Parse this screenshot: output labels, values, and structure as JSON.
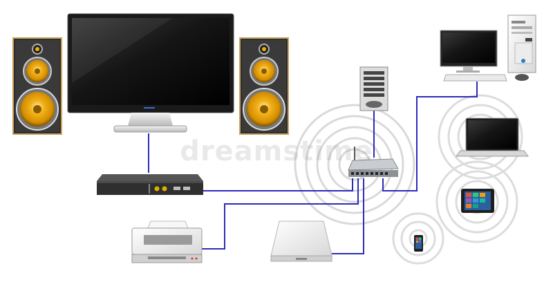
{
  "watermark": "dreamstime",
  "colors": {
    "cable": "#2b2bb8",
    "speaker_cone": "#e8a200",
    "screen": "#141414",
    "router_body": "#a9acb0",
    "device_body": "#eeeeee"
  },
  "devices": [
    {
      "name": "tv",
      "icon": "tv-icon"
    },
    {
      "name": "speaker-left",
      "icon": "speaker-icon"
    },
    {
      "name": "speaker-right",
      "icon": "speaker-icon"
    },
    {
      "name": "media-player",
      "icon": "media-player-icon"
    },
    {
      "name": "server",
      "icon": "server-icon"
    },
    {
      "name": "router",
      "icon": "router-icon"
    },
    {
      "name": "desktop-computer",
      "icon": "desktop-computer-icon"
    },
    {
      "name": "laptop",
      "icon": "laptop-icon"
    },
    {
      "name": "tablet",
      "icon": "tablet-icon"
    },
    {
      "name": "smartphone",
      "icon": "smartphone-icon"
    },
    {
      "name": "printer",
      "icon": "printer-icon"
    },
    {
      "name": "external-hard-drive",
      "icon": "hard-drive-icon"
    }
  ],
  "connections": [
    {
      "from": "tv",
      "to": "media-player"
    },
    {
      "from": "media-player",
      "to": "router"
    },
    {
      "from": "server",
      "to": "router"
    },
    {
      "from": "router",
      "to": "desktop-computer"
    },
    {
      "from": "router",
      "to": "printer"
    },
    {
      "from": "router",
      "to": "external-hard-drive"
    }
  ],
  "wireless": [
    {
      "from": "router",
      "to": "laptop"
    },
    {
      "from": "router",
      "to": "tablet"
    },
    {
      "from": "router",
      "to": "smartphone"
    }
  ]
}
